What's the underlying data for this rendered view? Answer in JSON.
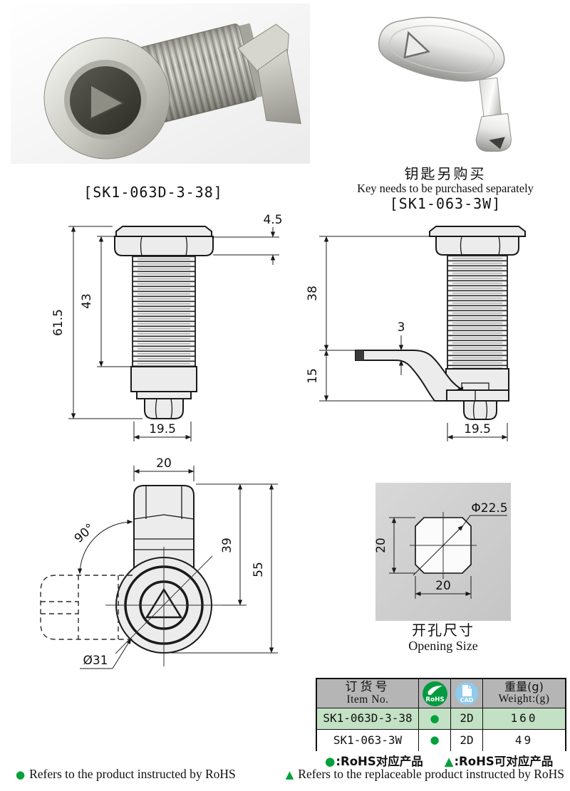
{
  "products": {
    "lock_code": "[SK1-063D-3-38]",
    "key_note_zh": "钥匙另购买",
    "key_note_en": "Key needs to be purchased separately",
    "key_code": "[SK1-063-3W]"
  },
  "drawings": {
    "front_view": {
      "total_height": "61.5",
      "thread_length": "43",
      "head_height": "4.5",
      "width": "19.5"
    },
    "side_view": {
      "upper_length": "38",
      "cam_thickness": "3",
      "lower_length": "15",
      "width": "19.5"
    },
    "top_view": {
      "body_width": "20",
      "rotation": "90°",
      "center_distance": "39",
      "total_length": "55",
      "cam_diameter": "Ø31"
    },
    "opening": {
      "diameter": "Φ22.5",
      "width": "20",
      "height": "20",
      "title_zh": "开孔尺寸",
      "title_en": "Opening Size"
    }
  },
  "table": {
    "header": {
      "item_zh": "订货号",
      "item_en": "Item No.",
      "rohs_icon": "RoHS",
      "cad_icon": "CAD",
      "weight_zh": "重量(g)",
      "weight_en": "Weight:(g)"
    },
    "rows": [
      {
        "item": "SK1-063D-3-38",
        "rohs_mark": "●",
        "cad": "2D",
        "weight": "160"
      },
      {
        "item": "SK1-063-3W",
        "rohs_mark": "●",
        "cad": "2D",
        "weight": "49"
      }
    ]
  },
  "legend": {
    "rohs_symbol": "●",
    "rohs_text": ":RoHS对应产品",
    "rohs_alt_symbol": "▲",
    "rohs_alt_text": ":RoHS可对应产品"
  },
  "footer": {
    "dot_symbol": "●",
    "dot_text": "Refers to the product instructed by RoHS",
    "tri_symbol": "▲",
    "tri_text": "Refers to the replaceable product instructed by RoHS"
  },
  "colors": {
    "accent_green": "#00A13B",
    "rohs_green": "#009B3E",
    "cad_blue": "#8FCBEE",
    "row_green": "#C3E1C4",
    "header_gray": "#B5B5B5"
  }
}
